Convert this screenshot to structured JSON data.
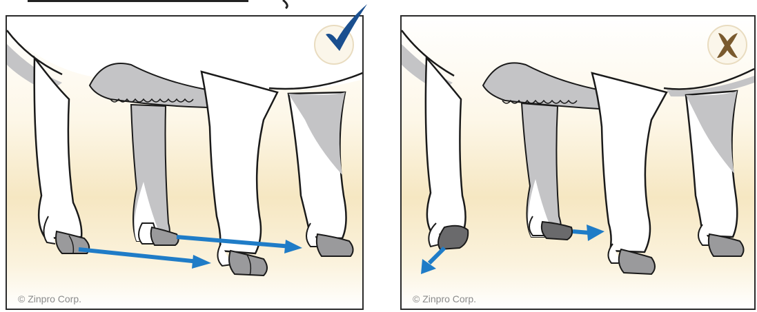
{
  "panels": [
    {
      "status": "correct",
      "icon": "checkmark-icon",
      "icon_color": "#1a4f8f",
      "copyright": "© Zinpro Corp."
    },
    {
      "status": "incorrect",
      "icon": "x-mark-icon",
      "icon_color": "#7a5a2e",
      "copyright": "© Zinpro Corp."
    }
  ],
  "colors": {
    "arrow": "#1f7cc7",
    "leg_shadow": "#c4c4c6",
    "outline": "#1a1a1a"
  }
}
